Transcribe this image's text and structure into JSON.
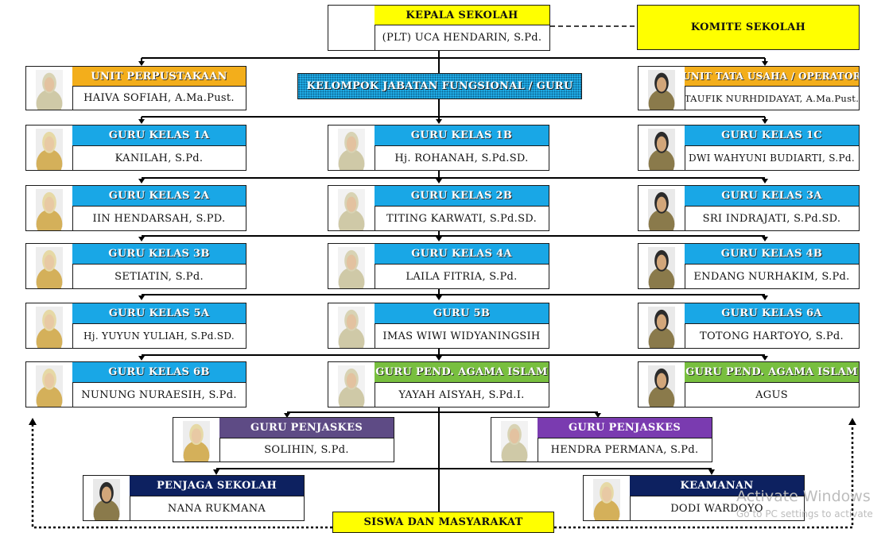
{
  "head": {
    "title": "KEPALA SEKOLAH",
    "name": "(PLT) UCA HENDARIN, S.Pd."
  },
  "komite": {
    "title": "KOMITE SEKOLAH"
  },
  "perpustakaan": {
    "title": "UNIT PERPUSTAKAAN",
    "name": "HAIVA SOFIAH, A.Ma.Pust."
  },
  "kelompok": {
    "title": "KELOMPOK JABATAN FUNGSIONAL / GURU"
  },
  "tata_usaha": {
    "title": "UNIT TATA USAHA / OPERATOR",
    "name": "TAUFIK NURHDIDAYAT, A.Ma.Pust."
  },
  "rows": [
    {
      "left": {
        "title": "GURU KELAS 1A",
        "name": "KANILAH, S.Pd."
      },
      "center": {
        "title": "GURU KELAS 1B",
        "name": "Hj. ROHANAH, S.Pd.SD."
      },
      "right": {
        "title": "GURU KELAS 1C",
        "name": "DWI WAHYUNI BUDIARTI, S.Pd."
      }
    },
    {
      "left": {
        "title": "GURU KELAS 2A",
        "name": "IIN HENDARSAH, S.PD."
      },
      "center": {
        "title": "GURU KELAS 2B",
        "name": "TITING KARWATI, S.Pd.SD."
      },
      "right": {
        "title": "GURU KELAS 3A",
        "name": "SRI INDRAJATI, S.Pd.SD."
      }
    },
    {
      "left": {
        "title": "GURU KELAS 3B",
        "name": "SETIATIN, S.Pd."
      },
      "center": {
        "title": "GURU KELAS 4A",
        "name": "LAILA FITRIA, S.Pd."
      },
      "right": {
        "title": "GURU KELAS 4B",
        "name": "ENDANG NURHAKIM, S.Pd."
      }
    },
    {
      "left": {
        "title": "GURU KELAS 5A",
        "name": "Hj. YUYUN YULIAH, S.Pd.SD."
      },
      "center": {
        "title": "GURU 5B",
        "name": "IMAS WIWI WIDYANINGSIH"
      },
      "right": {
        "title": "GURU KELAS 6A",
        "name": "TOTONG HARTOYO, S.Pd."
      }
    },
    {
      "left": {
        "title": "GURU KELAS 6B",
        "name": "NUNUNG NURAESIH, S.Pd."
      },
      "center": {
        "title": "GURU PEND. AGAMA ISLAM",
        "name": "YAYAH AISYAH, S.Pd.I."
      },
      "right": {
        "title": "GURU PEND. AGAMA ISLAM",
        "name": "AGUS"
      }
    }
  ],
  "penjaskes_left": {
    "title": "GURU PENJASKES",
    "name": "SOLIHIN, S.Pd."
  },
  "penjaskes_right": {
    "title": "GURU PENJASKES",
    "name": "HENDRA PERMANA, S.Pd."
  },
  "penjaga": {
    "title": "PENJAGA SEKOLAH",
    "name": "NANA RUKMANA"
  },
  "keamanan": {
    "title": "KEAMANAN",
    "name": "DODI WARDOYO"
  },
  "siswa": {
    "title": "SISWA DAN  MASYARAKAT"
  },
  "watermark": {
    "line1": "Activate Windows",
    "line2": "Go to PC settings to activate"
  },
  "colors": {
    "title_blue": "#19a7e6",
    "title_orange": "#f3ae1b",
    "title_green": "#78bf3f",
    "title_purple_dark": "#5e4b85",
    "title_purple": "#7a3bb0",
    "title_navy": "#0d2160",
    "highlight_yellow": "#ffff00"
  }
}
